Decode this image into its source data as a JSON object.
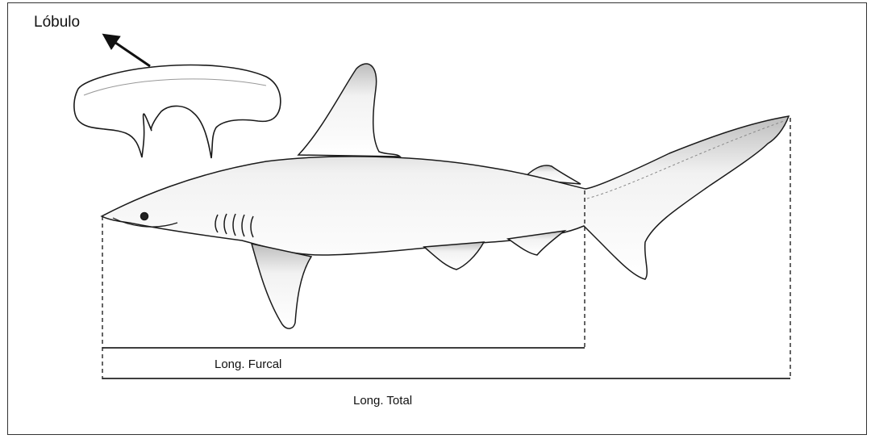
{
  "labels": {
    "lobule": "Lóbulo",
    "fork_length": "Long. Furcal",
    "total_length": "Long. Total"
  },
  "colors": {
    "ink": "#1a1a1a",
    "shade": "#8a8a8a",
    "background": "#ffffff"
  },
  "icons": {
    "arrow": "arrow-up-left-icon"
  }
}
